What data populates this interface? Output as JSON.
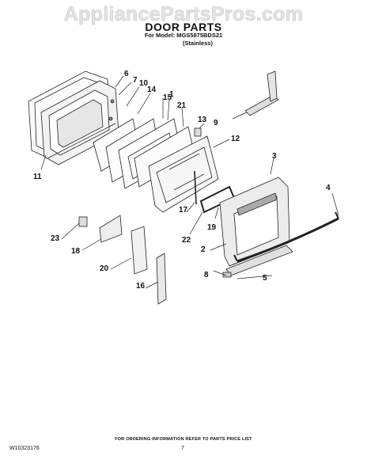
{
  "watermark": "AppliancePartsPros.com",
  "header": {
    "title": "DOOR PARTS",
    "model_line": "For Model: MGS5875BDS21",
    "variant": "(Stainless)"
  },
  "callouts": {
    "c1": "1",
    "c2": "2",
    "c3": "3",
    "c4": "4",
    "c5": "5",
    "c6": "6",
    "c7": "7",
    "c8": "8",
    "c9": "9",
    "c10": "10",
    "c11": "11",
    "c12": "12",
    "c13": "13",
    "c14": "14",
    "c15": "15",
    "c16": "16",
    "c17": "17",
    "c18": "18",
    "c19": "19",
    "c20": "20",
    "c21": "21",
    "c22": "22",
    "c23": "23"
  },
  "footer": {
    "note": "FOR ORDERING INFORMATION REFER TO PARTS PRICE LIST",
    "doc_number": "W10323176",
    "page_number": "7"
  }
}
